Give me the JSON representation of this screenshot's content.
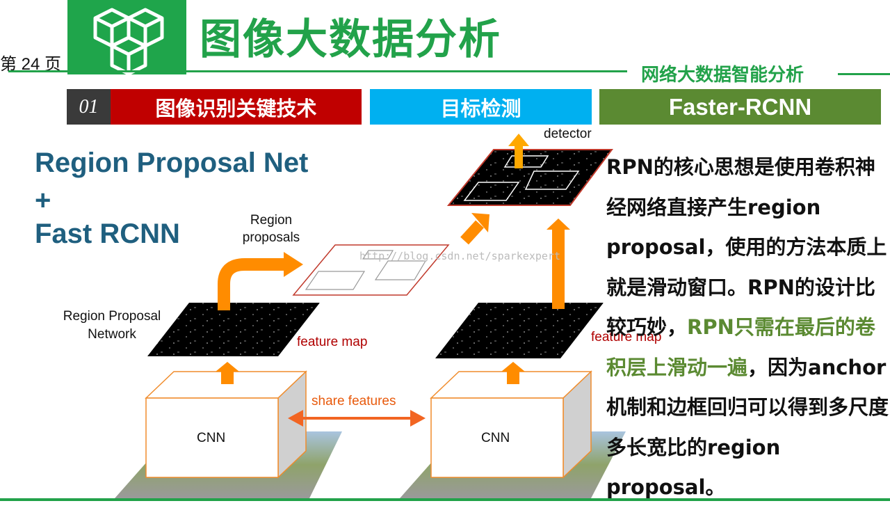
{
  "header": {
    "page_number": "第 24 页",
    "title": "图像大数据分析",
    "subtitle": "网络大数据智能分析"
  },
  "breadcrumb": {
    "number": "01",
    "items": [
      "图像识别关键技术",
      "目标检测",
      "Faster-RCNN"
    ]
  },
  "heading": {
    "line1": "Region Proposal Net",
    "line2": "+",
    "line3": "Fast RCNN"
  },
  "figure": {
    "detector": "detector",
    "region_proposals_1": "Region",
    "region_proposals_2": "proposals",
    "rpn_1": "Region Proposal",
    "rpn_2": "Network",
    "feature_map": "feature map",
    "feature_map_right": "feature map",
    "share_features": "share features",
    "cnn": "CNN",
    "cnn_right": "CNN",
    "watermark": "http://blog.csdn.net/sparkexpert"
  },
  "description": {
    "part1": "RPN的核心思想是使用卷积神经网络直接产生region proposal，使用的方法本质上就是滑动窗口。RPN的设计比较巧妙，",
    "highlight": "RPN只需在最后的卷积层上滑动一遍",
    "part2": "，因为anchor机制和边框回归可以得到多尺度多长宽比的region proposal。"
  },
  "colors": {
    "green": "#22a24a",
    "red": "#c00000",
    "blue": "#00b0f0",
    "olive": "#5b8a32",
    "heading": "#1f5f7f",
    "arrow": "#ff8c00"
  }
}
